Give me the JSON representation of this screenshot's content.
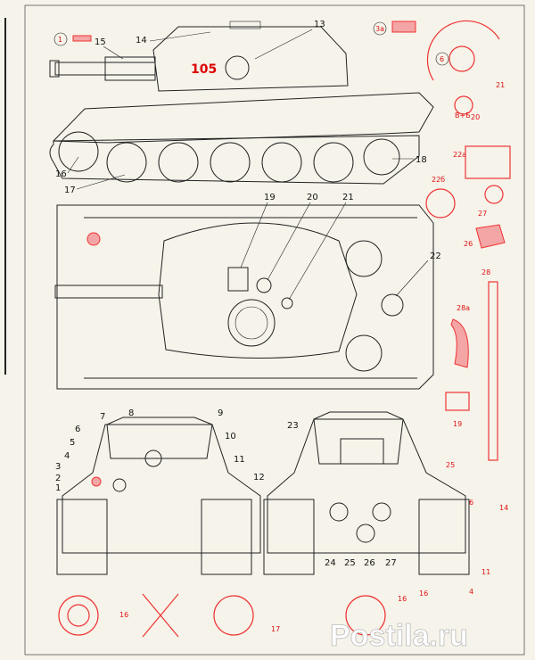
{
  "sheet": {
    "accent_red": "#e33333",
    "paper": "#f6f3ea"
  },
  "labels": {
    "l1": "1",
    "l2": "2",
    "l3": "3",
    "l4": "4",
    "l5": "5",
    "l6": "6",
    "l7": "7",
    "l8": "8",
    "l9": "9",
    "l10": "10",
    "l11": "11",
    "l12": "12",
    "l13": "13",
    "l14": "14",
    "l15": "15",
    "l16": "16",
    "l17": "17",
    "l18": "18",
    "l19": "19",
    "l20": "20",
    "l21": "21",
    "l22": "22",
    "l23": "23",
    "l24": "24",
    "l25": "25",
    "l26": "26",
    "l27": "27"
  },
  "parts": {
    "p1": "1",
    "p3a": "3a",
    "p6": "6",
    "p21": "21",
    "p20": "20",
    "p22a": "22a",
    "p22b": "22б",
    "p27": "27",
    "p26": "26",
    "p28": "28",
    "p28a": "28a",
    "p19": "19",
    "p25": "25",
    "p6b": "6",
    "p14": "14",
    "p11": "11",
    "p4": "4",
    "p16a": "16",
    "p17": "17",
    "p16b": "16",
    "p16c": "16",
    "pbv": "В+Б"
  },
  "tank": {
    "tactical_number": "105"
  },
  "watermark": {
    "text": "Postila.ru"
  }
}
